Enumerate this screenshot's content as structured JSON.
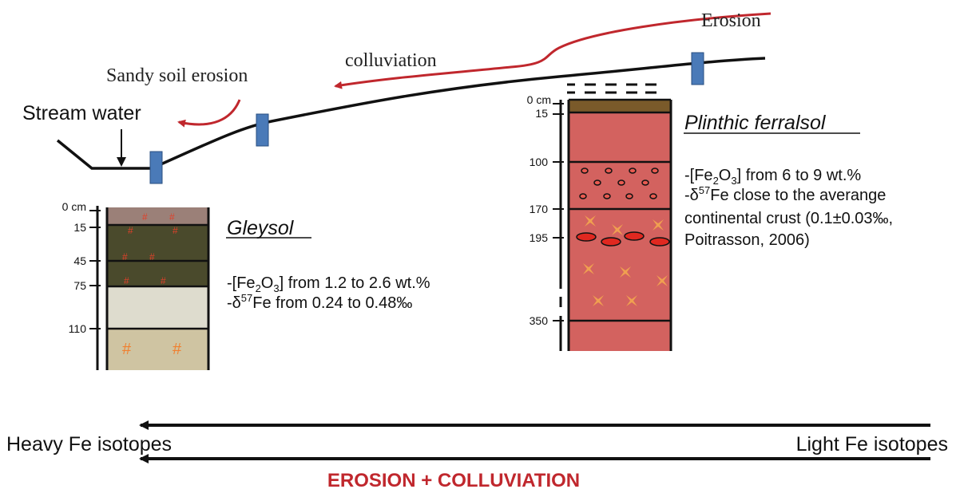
{
  "labels": {
    "erosion": "Erosion",
    "colluviation": "colluviation",
    "sandy_soil_erosion": "Sandy soil erosion",
    "stream_water": "Stream water",
    "heavy_fe": "Heavy Fe isotopes",
    "light_fe": "Light Fe isotopes",
    "bottom_title": "EROSION + COLLUVIATION"
  },
  "gleysol": {
    "name": "Gleysol",
    "depths": [
      "0 cm",
      "15",
      "45",
      "75",
      "110"
    ],
    "desc_line1_pre": "-[Fe",
    "desc_line1_sub1": "2",
    "desc_line1_mid": "O",
    "desc_line1_sub2": "3",
    "desc_line1_post": "] from 1.2 to 2.6 wt.%",
    "desc_line2_pre": "-δ",
    "desc_line2_sup": "57",
    "desc_line2_post": "Fe from 0.24 to 0.48‰",
    "mark": "#"
  },
  "ferralsol": {
    "name": "Plinthic ferralsol",
    "depths": [
      "0 cm",
      "15",
      "100",
      "170",
      "195",
      "350"
    ],
    "desc_line1_pre": "-[Fe",
    "desc_line1_sub1": "2",
    "desc_line1_mid": "O",
    "desc_line1_sub2": "3",
    "desc_line1_post": "] from 6 to 9 wt.%",
    "desc_line2_pre": "-δ",
    "desc_line2_sup": "57",
    "desc_line2_post": "Fe close to the averange",
    "desc_line3": "continental crust (0.1±0.03‰,",
    "desc_line4": "Poitrasson, 2006)"
  },
  "colors": {
    "red_arrow": "#c0272d",
    "bottom_title": "#c0272d",
    "marker_blue": "#4a7ab8",
    "gley_top": "#9b8078",
    "gley_olive": "#4a4a2c",
    "gley_pale": "#dedcce",
    "gley_base": "#cfc4a2",
    "ferr_top": "#7a5a2a",
    "ferr_body": "#d3625f",
    "nodule": "#e02820",
    "star": "#f0a050"
  }
}
